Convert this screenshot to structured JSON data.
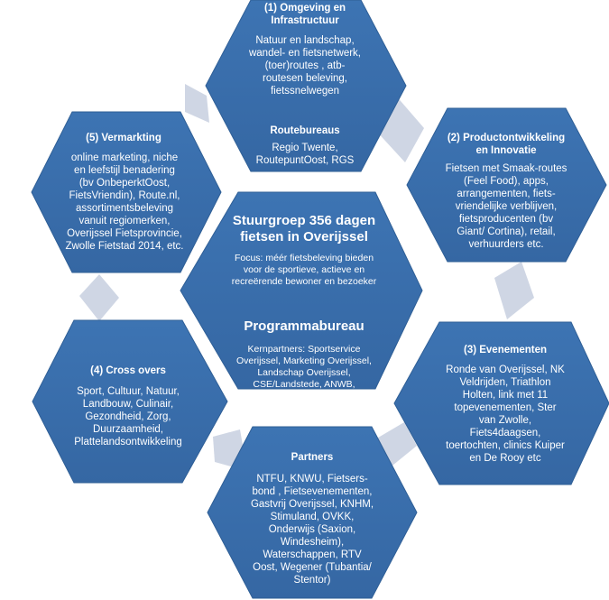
{
  "colors": {
    "hex_fill": "#3a6fac",
    "hex_stroke": "#2f5f96",
    "connector_fill": "#cfd6e4",
    "text": "#ffffff"
  },
  "hex1": {
    "title": "(1) Omgeving en\nInfrastructuur",
    "body": "Natuur en landschap,\nwandel- en fietsnetwerk,\n(toer)routes , atb-\nroutesen beleving,\nfietssnelwegen",
    "sub_title": "Routebureaus",
    "sub_body": "Regio Twente,\nRoutepuntOost, RGS"
  },
  "hex2": {
    "title": "(2) Productontwikkeling\nen Innovatie",
    "body": "Fietsen met Smaak-routes\n(Feel Food), apps,\narrangementen,  fiets-\nvriendelijke  verblijven,\nfietsproducenten (bv\nGiant/ Cortina),  retail,\nverhuurders etc."
  },
  "hex3": {
    "title": "(3) Evenementen",
    "body": "Ronde  van Overijssel, NK\nVeldrijden, Triathlon\nHolten, link met 11\ntopevenementen, Ster\nvan Zwolle,\nFiets4daagsen,\ntoertochten, clinics Kuiper\nen De Rooy etc"
  },
  "hex4": {
    "title": "(4) Cross overs",
    "body": "Sport, Cultuur, Natuur,\nLandbouw, Culinair,\nGezondheid,  Zorg,\nDuurzaamheid,\nPlattelandsontwikkeling"
  },
  "hex5": {
    "title": "(5) Vermarkting",
    "body": "online  marketing, niche\nen  leefstijl  benadering\n(bv OnbeperktOost,\nFietsVriendin), Route.nl,\nassortimentsbeleving\nvanuit regiomerken,\nOverijssel Fietsprovincie,\nZwolle Fietstad 2014,  etc."
  },
  "partners": {
    "title": "Partners",
    "body": "NTFU, KNWU, Fietsers-\nbond ,  Fietsevenementen,\nGastvrij Overijssel, KNHM,\nStimuland,  OVKK,\nOnderwijs (Saxion,\nWindesheim),\nWaterschappen, RTV\nOost, Wegener (Tubantia/\nStentor)"
  },
  "center": {
    "title": "Stuurgroep  356 dagen\nfietsen in Overijssel",
    "focus": "Focus: méér fietsbeleving bieden\nvoor de sportieve, actieve en\nrecreërende bewoner en bezoeker",
    "programme_title": "Programmabureau",
    "programme_body": "Kernpartners: Sportservice\nOverijssel, Marketing Overijssel,\nLandschap Overijssel,\nCSE/Landstede, ANWB,"
  }
}
